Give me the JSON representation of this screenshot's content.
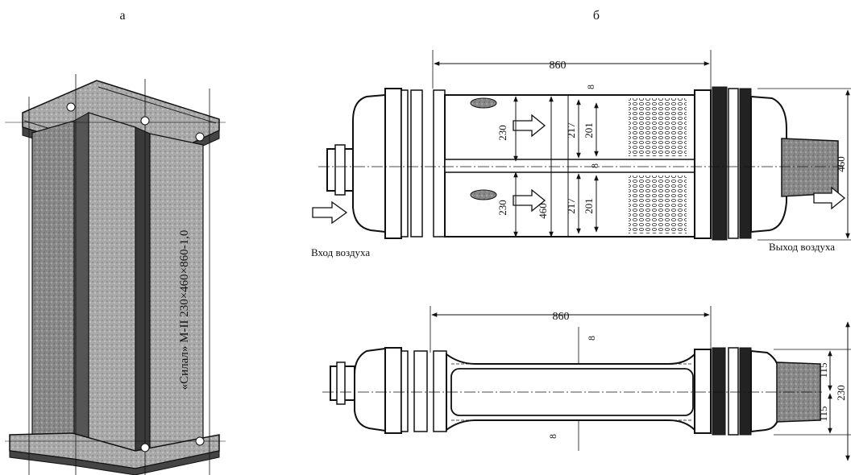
{
  "panels": {
    "a": {
      "label": "а",
      "vertical_text": "«Силал» М-II 230×460×860-1,0"
    },
    "b": {
      "label": "б",
      "top_view": {
        "length_label": "860",
        "height_label": "460",
        "channel_width_1": "230",
        "channel_width_2": "230",
        "inner_1": "217",
        "inner_2": "201",
        "inner_3": "217",
        "inner_4": "201",
        "wall_1": "8",
        "wall_2": "8",
        "center_460": "460",
        "air_in": "Вход воздуха",
        "air_out": "Выход воздуха"
      },
      "bottom_view": {
        "length_label": "860",
        "wall_top": "8",
        "wall_bottom": "8",
        "half_top": "115",
        "half_bottom": "115",
        "total": "230"
      }
    }
  }
}
